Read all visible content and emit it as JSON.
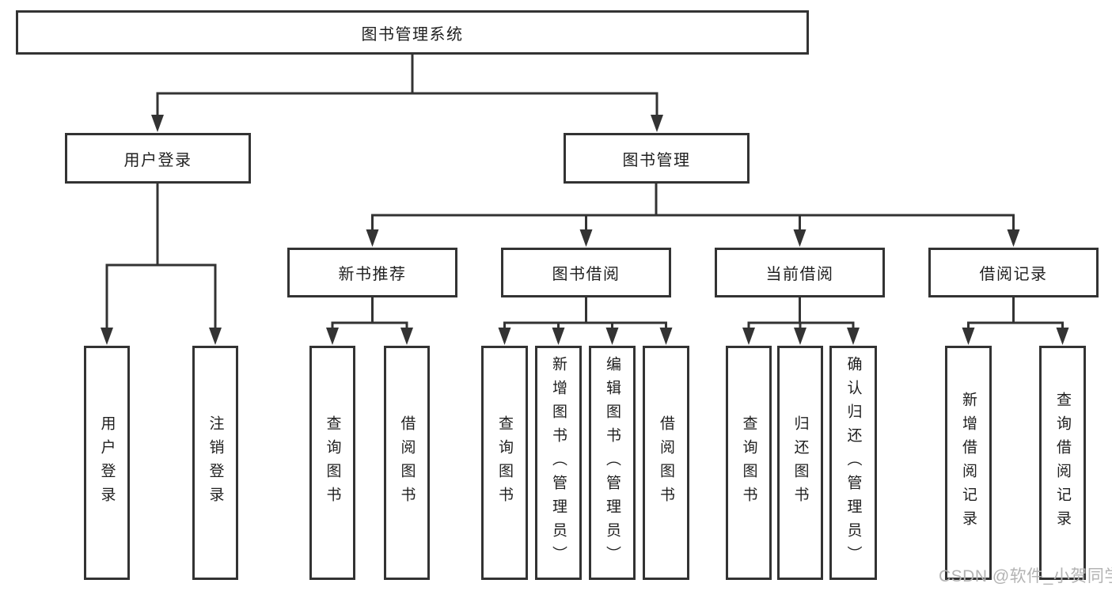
{
  "diagram": {
    "root": {
      "label": "图书管理系统"
    },
    "branches": [
      {
        "label": "用户登录",
        "children": [
          {
            "label": "用户登录"
          },
          {
            "label": "注销登录"
          }
        ]
      },
      {
        "label": "图书管理",
        "children": [
          {
            "label": "新书推荐",
            "children": [
              {
                "label": "查询图书"
              },
              {
                "label": "借阅图书"
              }
            ]
          },
          {
            "label": "图书借阅",
            "children": [
              {
                "label": "查询图书"
              },
              {
                "label": "新增图书（管理员）"
              },
              {
                "label": "编辑图书（管理员）"
              },
              {
                "label": "借阅图书"
              }
            ]
          },
          {
            "label": "当前借阅",
            "children": [
              {
                "label": "查询图书"
              },
              {
                "label": "归还图书"
              },
              {
                "label": "确认归还（管理员）"
              }
            ]
          },
          {
            "label": "借阅记录",
            "children": [
              {
                "label": "新增借阅记录"
              },
              {
                "label": "查询借阅记录"
              }
            ]
          }
        ]
      }
    ]
  },
  "watermark": "CSDN @软件_小贺同学",
  "colors": {
    "line": "#333333",
    "text": "#1f1f1f",
    "background": "#ffffff",
    "watermark": "#b3b3b3"
  }
}
